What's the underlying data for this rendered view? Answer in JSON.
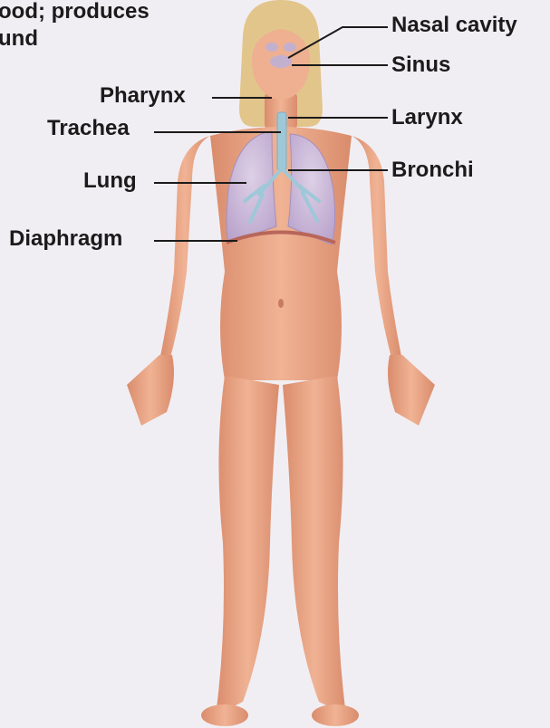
{
  "intro_text": [
    "ood; produces",
    "und"
  ],
  "labels": {
    "nasal_cavity": "Nasal cavity",
    "sinus": "Sinus",
    "pharynx": "Pharynx",
    "trachea": "Trachea",
    "larynx": "Larynx",
    "lung": "Lung",
    "bronchi": "Bronchi",
    "diaphragm": "Diaphragm"
  },
  "colors": {
    "background": "#f1eef3",
    "skin": "#e8a685",
    "lung": "#c9b6d8",
    "airway": "#9ec8d8",
    "hair": "#e2c58b",
    "leader_line": "#1b1b1b"
  }
}
